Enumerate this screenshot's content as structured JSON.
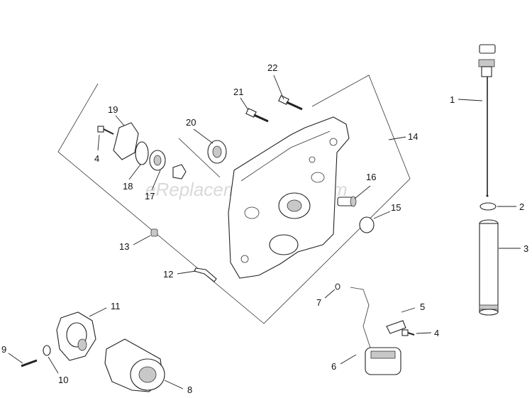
{
  "watermark": "eReplacementParts.com",
  "callouts": {
    "c1": "1",
    "c2": "2",
    "c3": "3",
    "c4a": "4",
    "c4b": "4",
    "c5": "5",
    "c6": "6",
    "c7": "7",
    "c8": "8",
    "c9": "9",
    "c10": "10",
    "c11": "11",
    "c12": "12",
    "c13": "13",
    "c14": "14",
    "c15": "15",
    "c16": "16",
    "c17": "17",
    "c18": "18",
    "c19": "19",
    "c20": "20",
    "c21": "21",
    "c22": "22"
  },
  "parts": [
    {
      "id": "c1",
      "part": "dipstick"
    },
    {
      "id": "c2",
      "part": "o-ring"
    },
    {
      "id": "c3",
      "part": "dipstick-tube"
    },
    {
      "id": "c4a",
      "part": "bolt"
    },
    {
      "id": "c4b",
      "part": "bolt"
    },
    {
      "id": "c5",
      "part": "bracket"
    },
    {
      "id": "c6",
      "part": "oil-pickup"
    },
    {
      "id": "c7",
      "part": "plug"
    },
    {
      "id": "c8",
      "part": "oil-filter"
    },
    {
      "id": "c9",
      "part": "screw"
    },
    {
      "id": "c10",
      "part": "washer"
    },
    {
      "id": "c11",
      "part": "filter-adapter"
    },
    {
      "id": "c12",
      "part": "gasket"
    },
    {
      "id": "c13",
      "part": "fitting"
    },
    {
      "id": "c14",
      "part": "closure-plate"
    },
    {
      "id": "c15",
      "part": "o-ring"
    },
    {
      "id": "c16",
      "part": "fitting"
    },
    {
      "id": "c17",
      "part": "gear-assembly"
    },
    {
      "id": "c18",
      "part": "o-ring"
    },
    {
      "id": "c19",
      "part": "cover"
    },
    {
      "id": "c20",
      "part": "oil-seal"
    },
    {
      "id": "c21",
      "part": "bolt"
    },
    {
      "id": "c22",
      "part": "bolt"
    }
  ]
}
